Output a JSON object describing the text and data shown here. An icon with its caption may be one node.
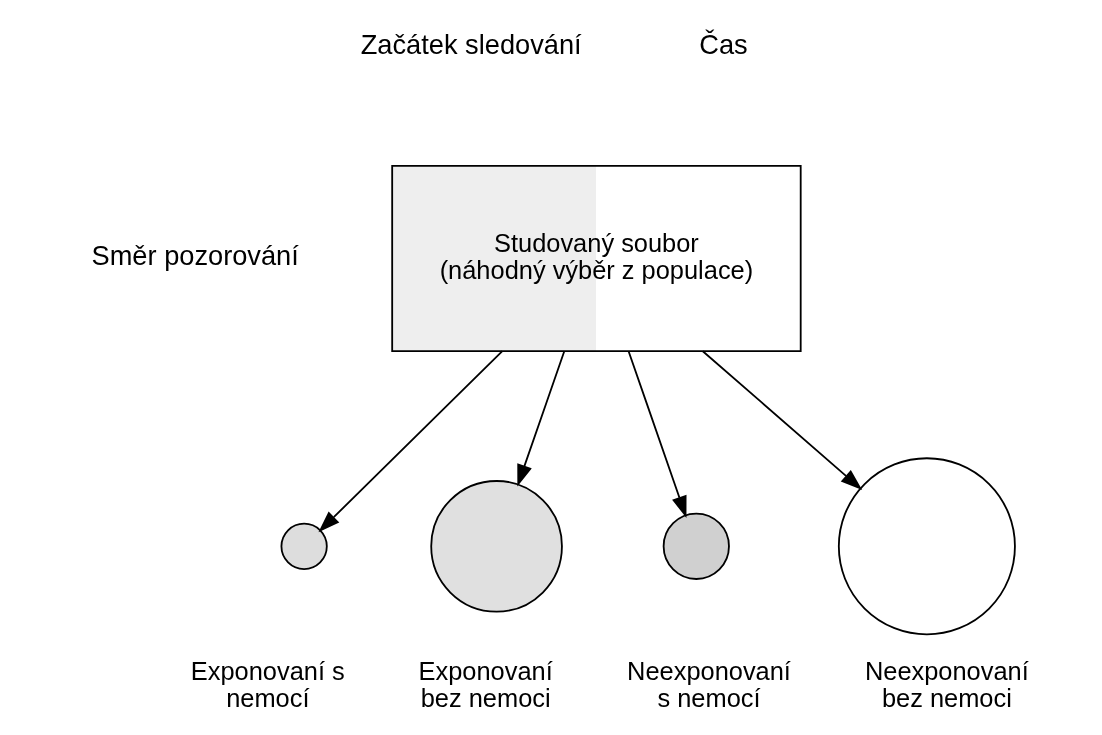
{
  "diagram": {
    "nodes": [
      {
        "text": [
          "Studovaný soubor",
          "(náhodný výběr z populace)"
        ]
      },
      {
        "text": [],
        "shape": "circle",
        "beside": [
          "Exponovaní s nemocí"
        ]
      },
      {
        "text": [],
        "shape": "circle",
        "beside": [
          "Exponovaní bez nemoci"
        ]
      },
      {
        "text": [],
        "shape": "circle",
        "beside": [
          "Neexponovaní s nemocí"
        ]
      },
      {
        "text": [],
        "shape": "circle",
        "beside": [
          "Neexponovaní bez nemoci"
        ]
      }
    ],
    "edges": [
      {
        "from": 0,
        "to": 1,
        "arrow": "to"
      },
      {
        "from": 0,
        "to": 2,
        "arrow": "to"
      },
      {
        "from": 0,
        "to": 3,
        "arrow": "to"
      },
      {
        "from": 0,
        "to": 4,
        "arrow": "to"
      }
    ],
    "labels": [
      "Začátek sledování",
      "Čas",
      "Směr pozorování"
    ]
  }
}
